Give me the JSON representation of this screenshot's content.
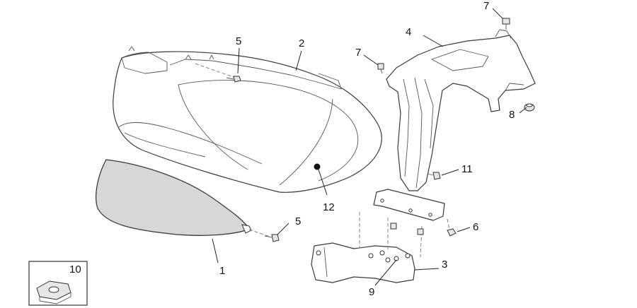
{
  "callouts": [
    {
      "id": "1",
      "text": "1"
    },
    {
      "id": "2",
      "text": "2"
    },
    {
      "id": "3",
      "text": "3"
    },
    {
      "id": "4",
      "text": "4"
    },
    {
      "id": "5a",
      "text": "5"
    },
    {
      "id": "5b",
      "text": "5"
    },
    {
      "id": "6",
      "text": "6"
    },
    {
      "id": "7a",
      "text": "7"
    },
    {
      "id": "7b",
      "text": "7"
    },
    {
      "id": "8",
      "text": "8"
    },
    {
      "id": "9",
      "text": "9"
    },
    {
      "id": "10",
      "text": "10"
    },
    {
      "id": "11",
      "text": "11"
    },
    {
      "id": "12",
      "text": "12"
    }
  ]
}
